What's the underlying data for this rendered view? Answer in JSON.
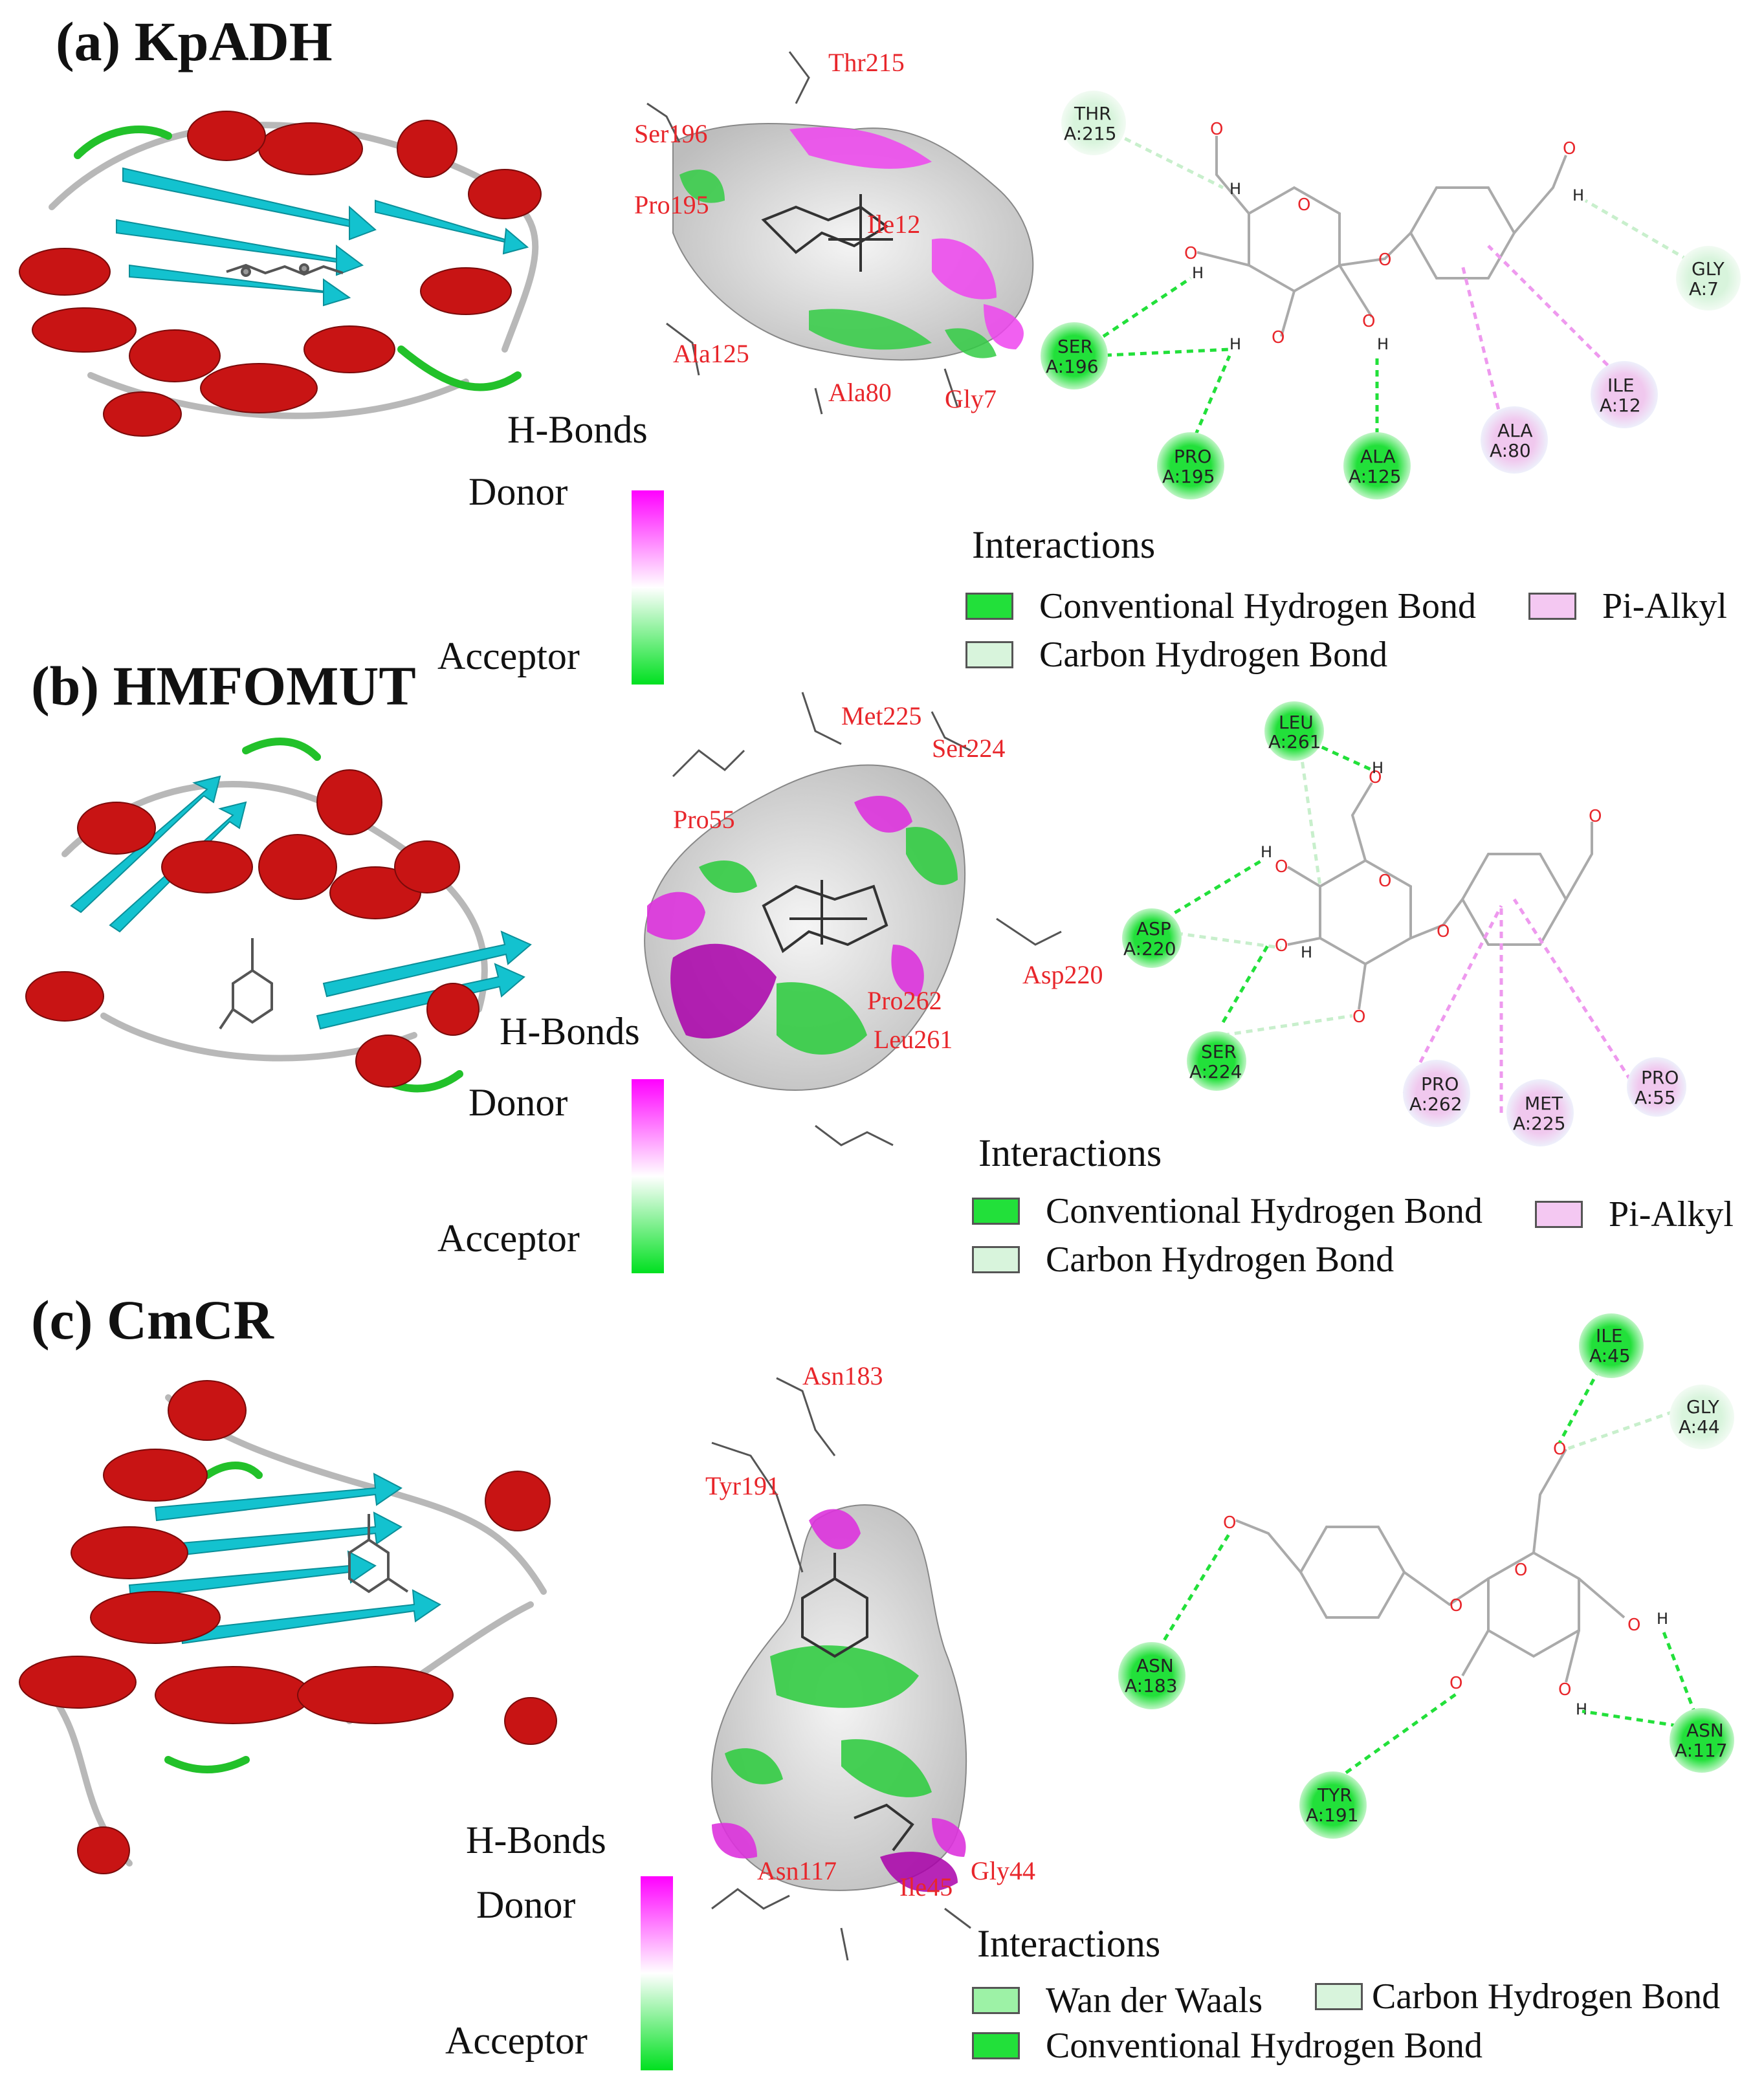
{
  "panels": [
    {
      "title": "(a) KpADH",
      "surface_labels": [
        "Thr215",
        "Ser196",
        "Pro195",
        "Ile12",
        "Ala125",
        "Ala80",
        "Gly7"
      ],
      "hbonds": {
        "title": "H-Bonds",
        "donor": "Donor",
        "acceptor": "Acceptor"
      },
      "residues": [
        {
          "name": "THR",
          "id": "A:215",
          "type": "carbon"
        },
        {
          "name": "GLY",
          "id": "A:7",
          "type": "carbon"
        },
        {
          "name": "SER",
          "id": "A:196",
          "type": "conventional"
        },
        {
          "name": "ILE",
          "id": "A:12",
          "type": "pi-alkyl"
        },
        {
          "name": "PRO",
          "id": "A:195",
          "type": "conventional"
        },
        {
          "name": "ALA",
          "id": "A:125",
          "type": "conventional"
        },
        {
          "name": "ALA",
          "id": "A:80",
          "type": "pi-alkyl"
        }
      ],
      "interactions": {
        "title": "Interactions",
        "items": [
          "Conventional Hydrogen Bond",
          "Carbon Hydrogen Bond",
          "Pi-Alkyl"
        ]
      }
    },
    {
      "title": "(b) HMFOMUT",
      "surface_labels": [
        "Met225",
        "Ser224",
        "Pro55",
        "Asp220",
        "Pro262",
        "Leu261"
      ],
      "hbonds": {
        "title": "H-Bonds",
        "donor": "Donor",
        "acceptor": "Acceptor"
      },
      "residues": [
        {
          "name": "LEU",
          "id": "A:261",
          "type": "conventional"
        },
        {
          "name": "ASP",
          "id": "A:220",
          "type": "conventional"
        },
        {
          "name": "SER",
          "id": "A:224",
          "type": "conventional"
        },
        {
          "name": "PRO",
          "id": "A:262",
          "type": "pi-alkyl"
        },
        {
          "name": "MET",
          "id": "A:225",
          "type": "pi-alkyl"
        },
        {
          "name": "PRO",
          "id": "A:55",
          "type": "pi-alkyl"
        }
      ],
      "interactions": {
        "title": "Interactions",
        "items": [
          "Conventional Hydrogen Bond",
          "Carbon Hydrogen Bond",
          "Pi-Alkyl"
        ]
      }
    },
    {
      "title": "(c) CmCR",
      "surface_labels": [
        "Asn183",
        "Tyr191",
        "Asn117",
        "Ile45",
        "Gly44"
      ],
      "hbonds": {
        "title": "H-Bonds",
        "donor": "Donor",
        "acceptor": "Acceptor"
      },
      "residues": [
        {
          "name": "ILE",
          "id": "A:45",
          "type": "conventional"
        },
        {
          "name": "GLY",
          "id": "A:44",
          "type": "carbon"
        },
        {
          "name": "ASN",
          "id": "A:183",
          "type": "conventional"
        },
        {
          "name": "ASN",
          "id": "A:117",
          "type": "conventional"
        },
        {
          "name": "TYR",
          "id": "A:191",
          "type": "conventional"
        }
      ],
      "interactions": {
        "title": "Interactions",
        "items": [
          "Wan der Waals",
          "Carbon Hydrogen Bond",
          "Conventional Hydrogen Bond"
        ]
      }
    }
  ],
  "atoms": {
    "oxygen": "O",
    "hydrogen": "H"
  },
  "colors": {
    "conventional": "#22e03a",
    "carbon": "#d8f4dc",
    "vdw": "#9df2a6",
    "pi_alkyl": "#f4c8f2",
    "donor": "#ff00ff",
    "acceptor": "#00e020",
    "helix": "#c81414",
    "strand": "#13c2cf",
    "coil": "#b8b8b8",
    "turn": "#22c12a",
    "label": "#e8262b"
  }
}
